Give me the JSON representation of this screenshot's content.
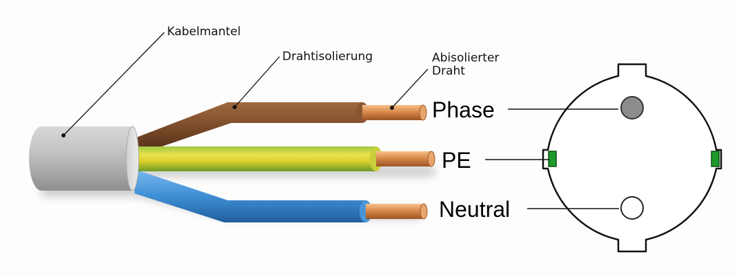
{
  "labels": {
    "kabelmantel": "Kabelmantel",
    "drahtisolierung": "Drahtisolierung",
    "abisoliert_line1": "Abisolierter",
    "abisoliert_line2": "Draht",
    "phase": "Phase",
    "pe": "PE",
    "neutral": "Neutral"
  },
  "colors": {
    "jacket": "#b4b4b4",
    "brown": "#7a4a28",
    "yellow_green": "#b9c83c",
    "blue": "#3f8fd6",
    "copper": "#d9884a",
    "pe_contact": "#1f9a2a",
    "phase_pin": "#8c8c8c"
  }
}
